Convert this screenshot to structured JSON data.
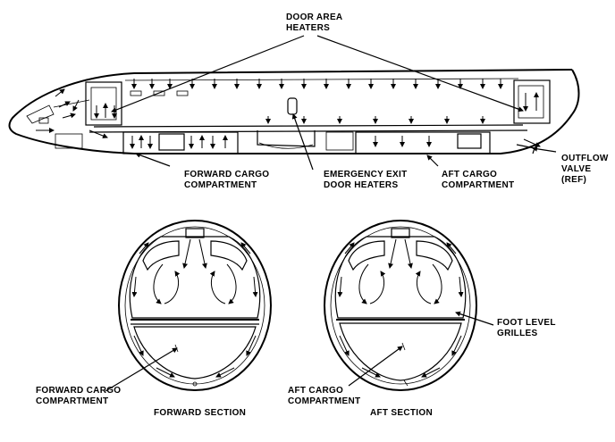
{
  "labels": {
    "door_area_heaters": [
      "DOOR AREA",
      "HEATERS"
    ],
    "forward_cargo_top": [
      "FORWARD CARGO",
      "COMPARTMENT"
    ],
    "emergency_exit": [
      "EMERGENCY EXIT",
      "DOOR HEATERS"
    ],
    "aft_cargo_top": [
      "AFT CARGO",
      "COMPARTMENT"
    ],
    "outflow_valve": [
      "OUTFLOW",
      "VALVE",
      "(REF)"
    ],
    "foot_level": [
      "FOOT LEVEL",
      "GRILLES"
    ],
    "forward_cargo_bottom": [
      "FORWARD CARGO",
      "COMPARTMENT"
    ],
    "aft_cargo_bottom": [
      "AFT CARGO",
      "COMPARTMENT"
    ],
    "forward_section": "FORWARD SECTION",
    "aft_section": "AFT SECTION"
  }
}
